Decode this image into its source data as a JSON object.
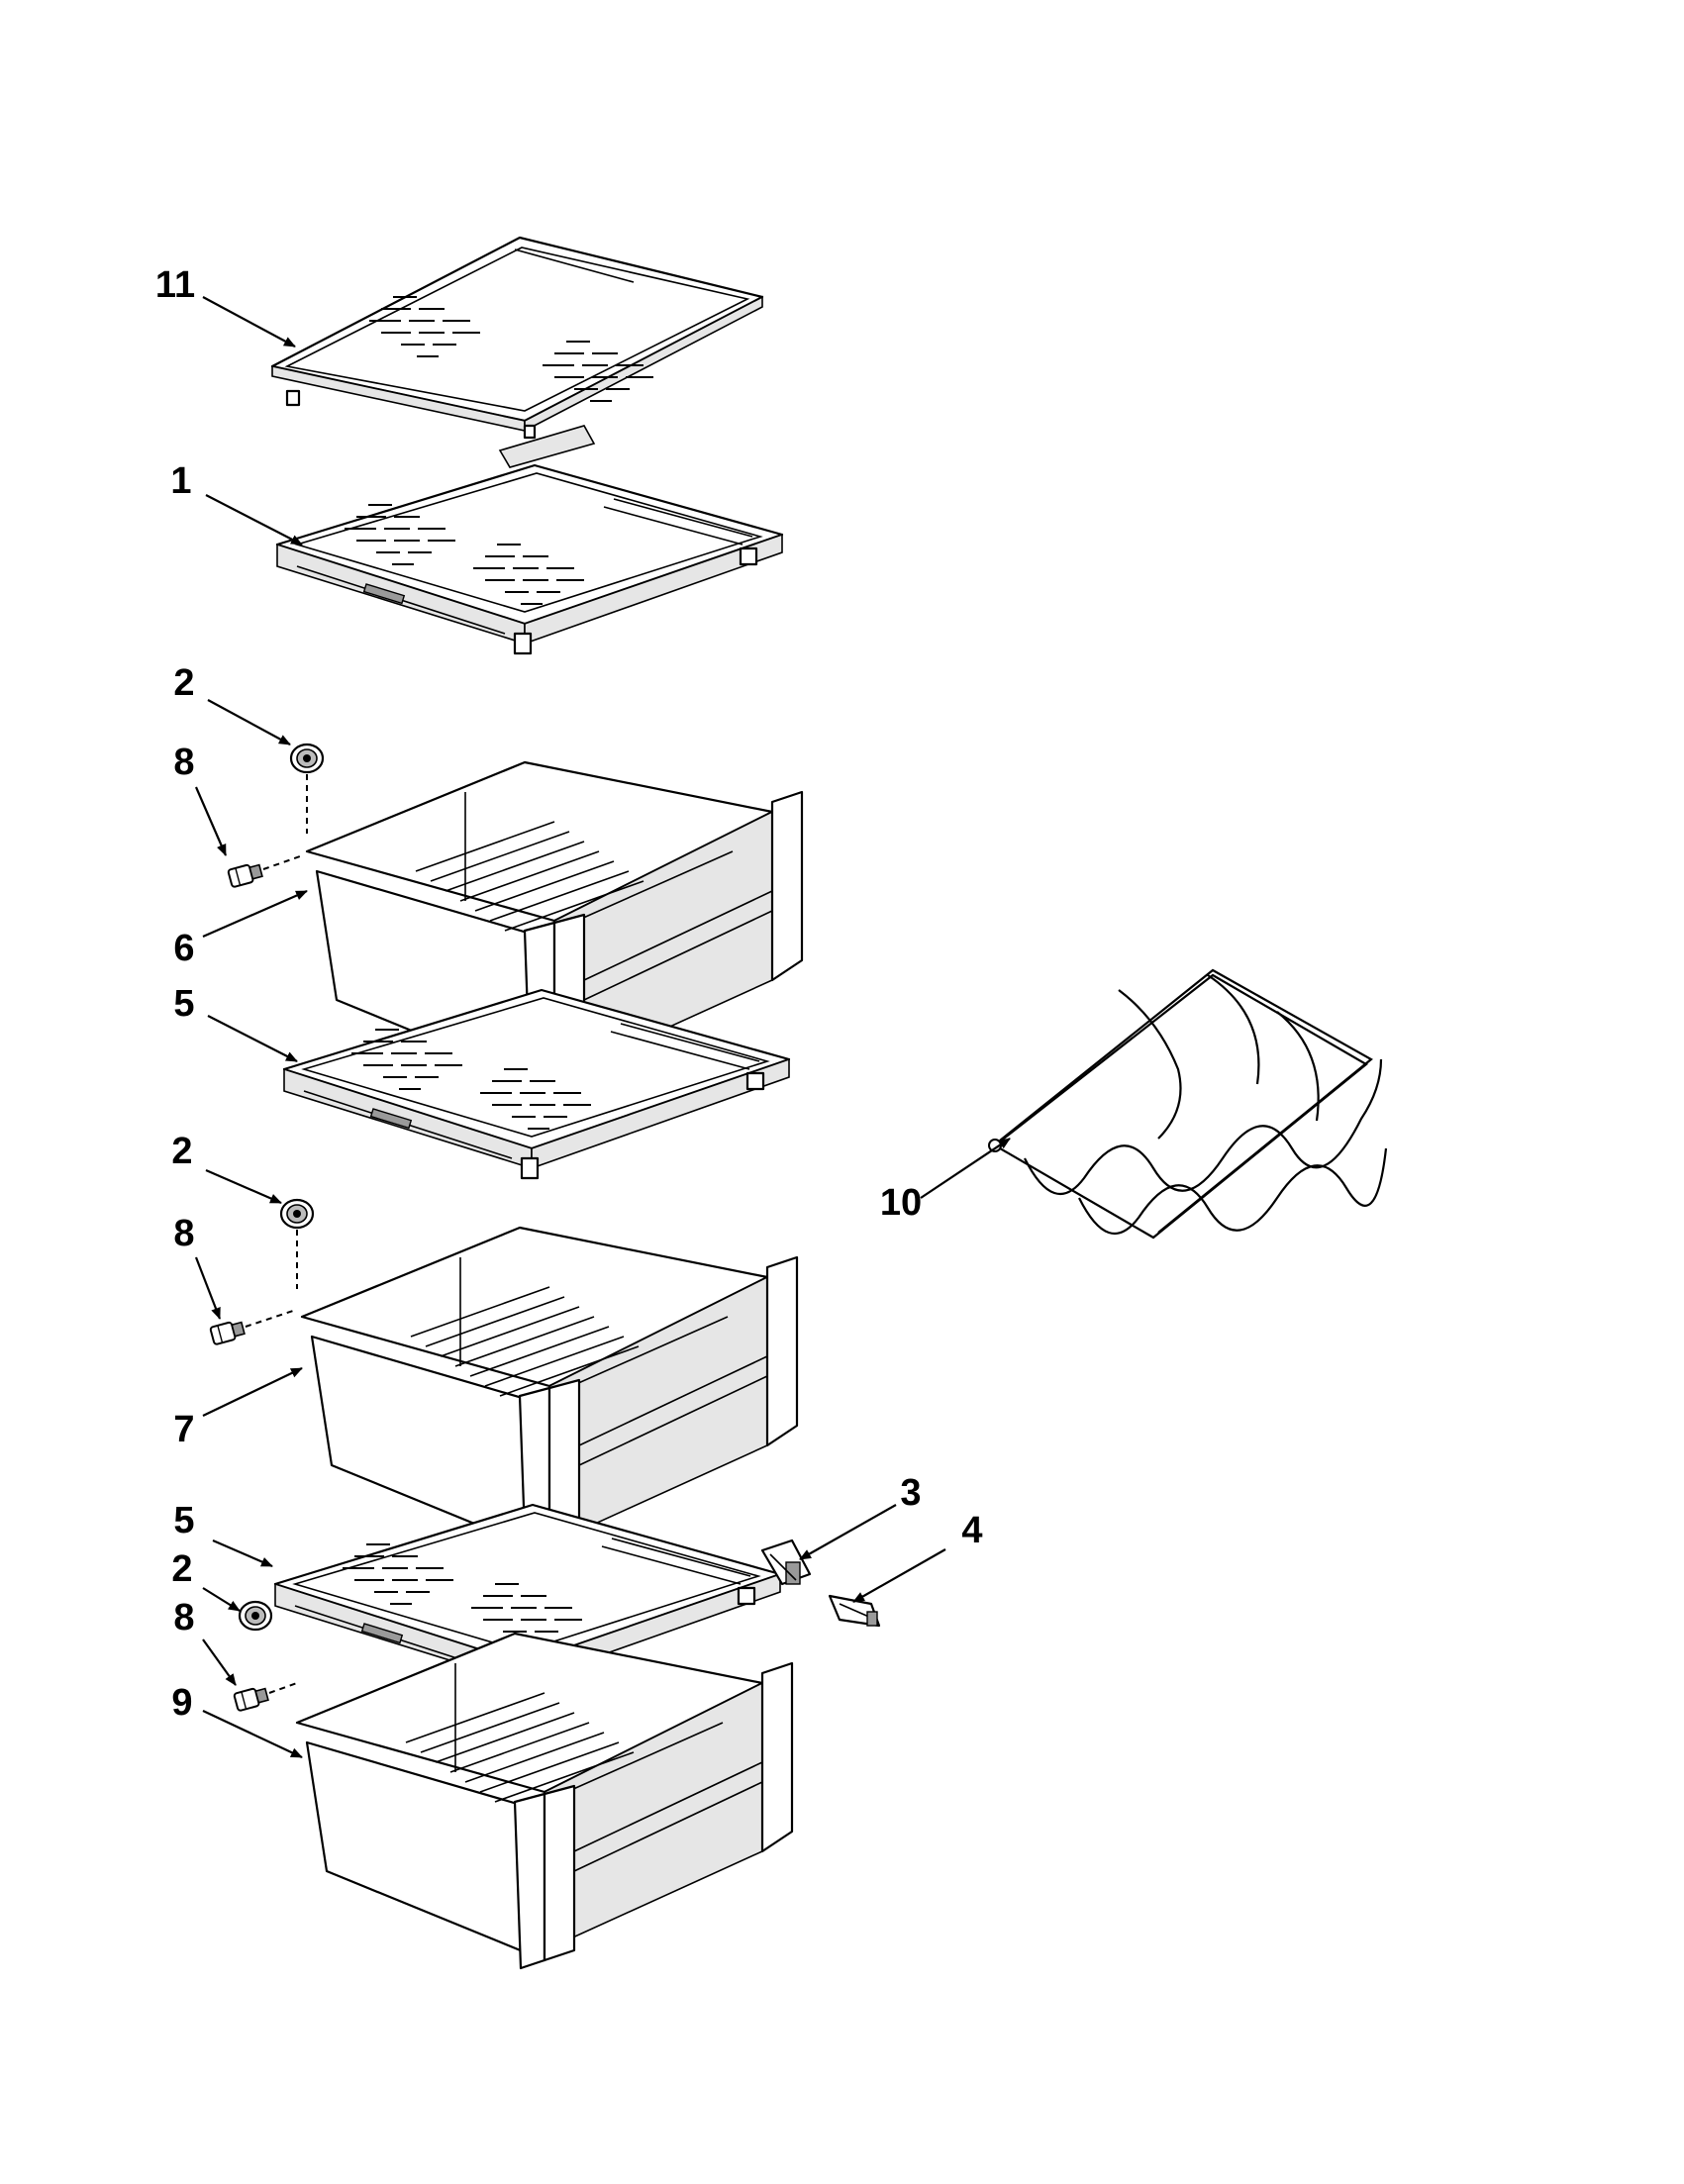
{
  "callouts": {
    "c11": "11",
    "c1": "1",
    "c2a": "2",
    "c8a": "8",
    "c6": "6",
    "c5a": "5",
    "c2b": "2",
    "c8b": "8",
    "c7": "7",
    "c10": "10",
    "c3": "3",
    "c4": "4",
    "c5b": "5",
    "c2c": "2",
    "c8c": "8",
    "c9": "9"
  },
  "parts": {
    "shelf_11": "glass-shelf-icon",
    "shelf_1": "crisper-cover-icon",
    "shelf_5": "crisper-cover-icon",
    "drawer": "crisper-drawer-icon",
    "roller": "roller-icon",
    "stop": "drawer-stop-icon",
    "wine_rack": "wine-rack-icon",
    "bracket_3": "bracket-icon",
    "bracket_4": "bracket-icon"
  }
}
